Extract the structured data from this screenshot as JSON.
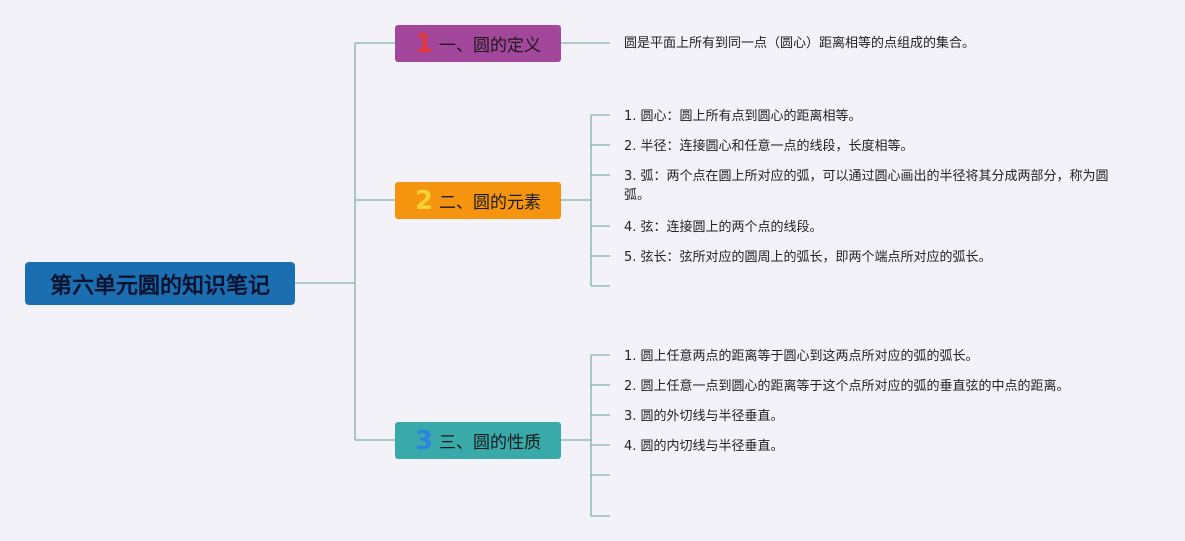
{
  "root": {
    "title": "第六单元圆的知识笔记"
  },
  "branches": [
    {
      "number": "1",
      "title": "一、圆的定义",
      "color": "#a2479b",
      "items": [
        "圆是平面上所有到同一点（圆心）距离相等的点组成的集合。"
      ]
    },
    {
      "number": "2",
      "title": "二、圆的元素",
      "color": "#f5940f",
      "items": [
        "1. 圆心：圆上所有点到圆心的距离相等。",
        "2. 半径：连接圆心和任意一点的线段，长度相等。",
        "3. 弧：两个点在圆上所对应的弧，可以通过圆心画出的半径将其分成两部分，称为圆弧。",
        "4. 弦：连接圆上的两个点的线段。",
        "5. 弦长：弦所对应的圆周上的弧长，即两个端点所对应的弧长。"
      ]
    },
    {
      "number": "3",
      "title": "三、圆的性质",
      "color": "#3aa9aa",
      "items": [
        "1. 圆上任意两点的距离等于圆心到这两点所对应的弧的弧长。",
        "2. 圆上任意一点到圆心的距离等于这个点所对应的弧的垂直弦的中点的距离。",
        "3. 圆的外切线与半径垂直。",
        "4. 圆的内切线与半径垂直。"
      ]
    }
  ],
  "colors": {
    "root": "#1b6fb1",
    "connector": "#7fb3a6",
    "background": "#f3f2f9"
  }
}
